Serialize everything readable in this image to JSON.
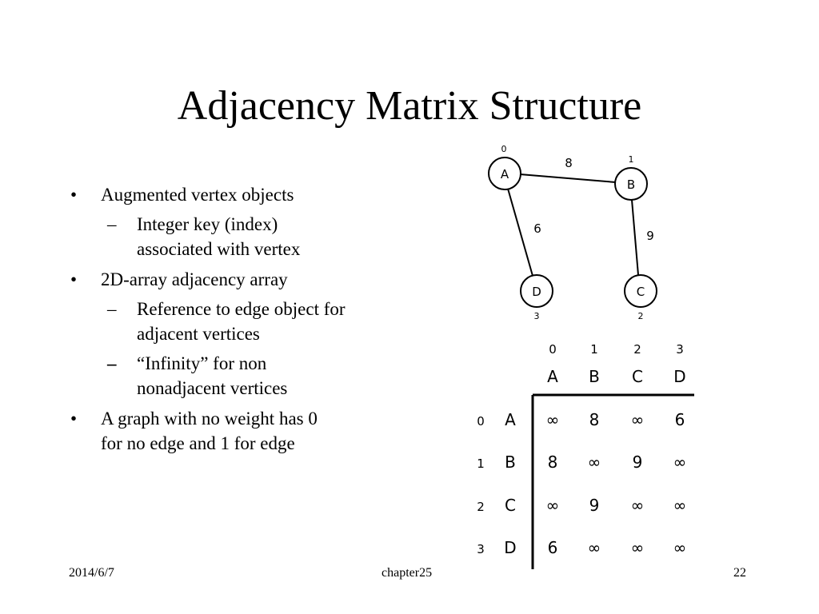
{
  "slide": {
    "title": "Adjacency Matrix Structure",
    "bullets": [
      {
        "text": "Augmented vertex objects",
        "sub": [
          {
            "line1": "Integer key (index)",
            "line2": "associated with vertex"
          }
        ]
      },
      {
        "text": "2D-array adjacency array",
        "sub": [
          {
            "line1": "Reference to edge object for",
            "line2": "adjacent vertices"
          },
          {
            "line1": "“Infinity” for non",
            "line2": "nonadjacent vertices"
          }
        ]
      },
      {
        "text1": "A graph with no weight has 0",
        "text2": "for no edge and 1 for edge"
      }
    ],
    "bullet_mark": "•",
    "dash_mark": "–"
  },
  "graph": {
    "nodes": [
      {
        "label": "A",
        "index": "0"
      },
      {
        "label": "B",
        "index": "1"
      },
      {
        "label": "C",
        "index": "2"
      },
      {
        "label": "D",
        "index": "3"
      }
    ],
    "edges": [
      {
        "from": "A",
        "to": "B",
        "weight": "8"
      },
      {
        "from": "A",
        "to": "D",
        "weight": "6"
      },
      {
        "from": "B",
        "to": "C",
        "weight": "9"
      }
    ]
  },
  "matrix": {
    "col_indices": [
      "0",
      "1",
      "2",
      "3"
    ],
    "col_labels": [
      "A",
      "B",
      "C",
      "D"
    ],
    "rows": [
      {
        "index": "0",
        "label": "A",
        "cells": [
          "∞",
          "8",
          "∞",
          "6"
        ]
      },
      {
        "index": "1",
        "label": "B",
        "cells": [
          "8",
          "∞",
          "9",
          "∞"
        ]
      },
      {
        "index": "2",
        "label": "C",
        "cells": [
          "∞",
          "9",
          "∞",
          "∞"
        ]
      },
      {
        "index": "3",
        "label": "D",
        "cells": [
          "6",
          "∞",
          "∞",
          "∞"
        ]
      }
    ]
  },
  "footer": {
    "date": "2014/6/7",
    "chapter": "chapter25",
    "page": "22"
  }
}
